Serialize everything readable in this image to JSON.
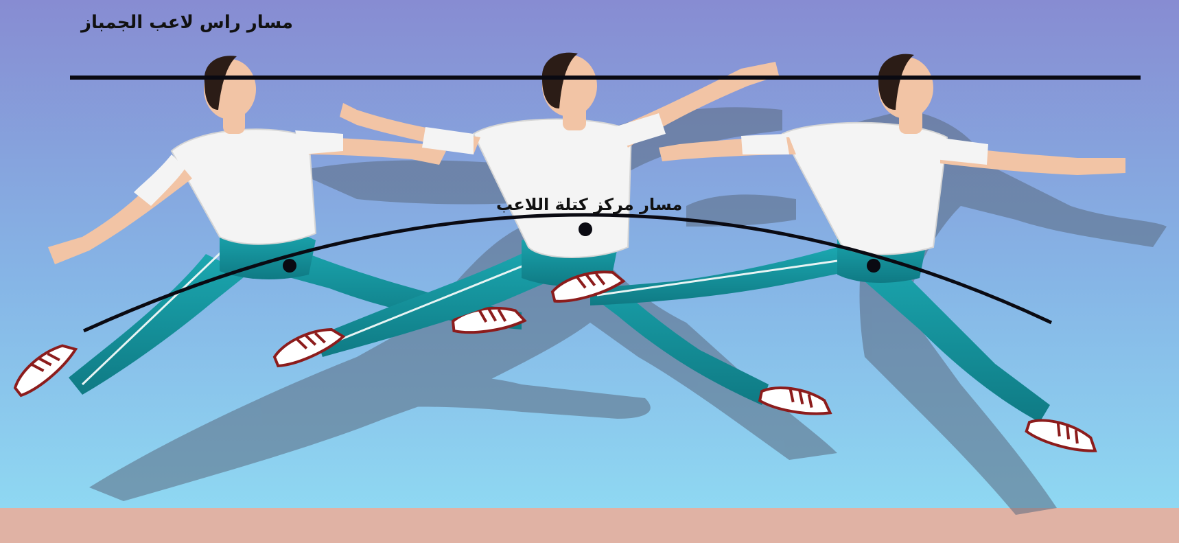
{
  "labels": {
    "head_path": "مسار راس لاعب الجمباز",
    "center_of_mass_path": "مسار مركز كتلة اللاعب"
  },
  "figures": [
    {
      "name": "gymnast-left"
    },
    {
      "name": "gymnast-middle"
    },
    {
      "name": "gymnast-right"
    }
  ],
  "colors": {
    "sky_top": "#8a8fd2",
    "sky_bottom": "#8ed6f0",
    "floor": "#e0b2a4",
    "shirt": "#f4f4f4",
    "pants": "#1a9aa4",
    "pants_shadow": "#0f6f78",
    "skin": "#f2c4a5",
    "hair": "#2b1c16",
    "shadow": "#5a6a80",
    "path_line": "#0a0a12",
    "shoe": "#ffffff",
    "shoe_trim": "#8c1c1c"
  }
}
